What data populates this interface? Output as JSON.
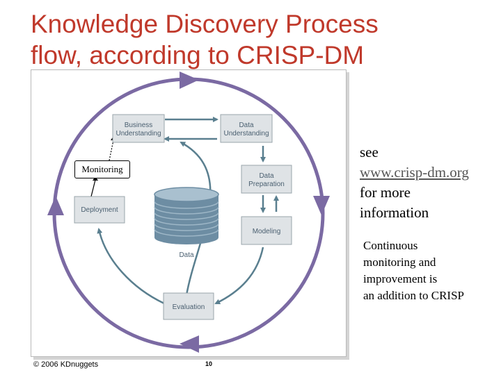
{
  "title": {
    "line1": "Knowledge Discovery Process",
    "line2": "flow, according to CRISP-DM"
  },
  "diagram": {
    "phases": {
      "business_understanding": [
        "Business",
        "Understanding"
      ],
      "data_understanding": [
        "Data",
        "Understanding"
      ],
      "data_preparation": [
        "Data",
        "Preparation"
      ],
      "modeling": "Modeling",
      "evaluation": "Evaluation",
      "deployment": "Deployment"
    },
    "data_label": "Data",
    "monitoring_label": "Monitoring",
    "copyright": "© 2006 KDnuggets",
    "page_number": "10"
  },
  "notes": {
    "see": "see",
    "link": "www.crisp-dm.org",
    "for_more": "for more",
    "information": "information",
    "continuous": [
      "Continuous",
      "monitoring and",
      "improvement is",
      "an addition to CRISP"
    ]
  },
  "colors": {
    "title": "#c0392b",
    "outer_cycle": "#7b6aa3",
    "inner_arrows": "#5a7f8f",
    "box_fill": "#dfe3e6",
    "box_border": "#9aa4ab"
  }
}
